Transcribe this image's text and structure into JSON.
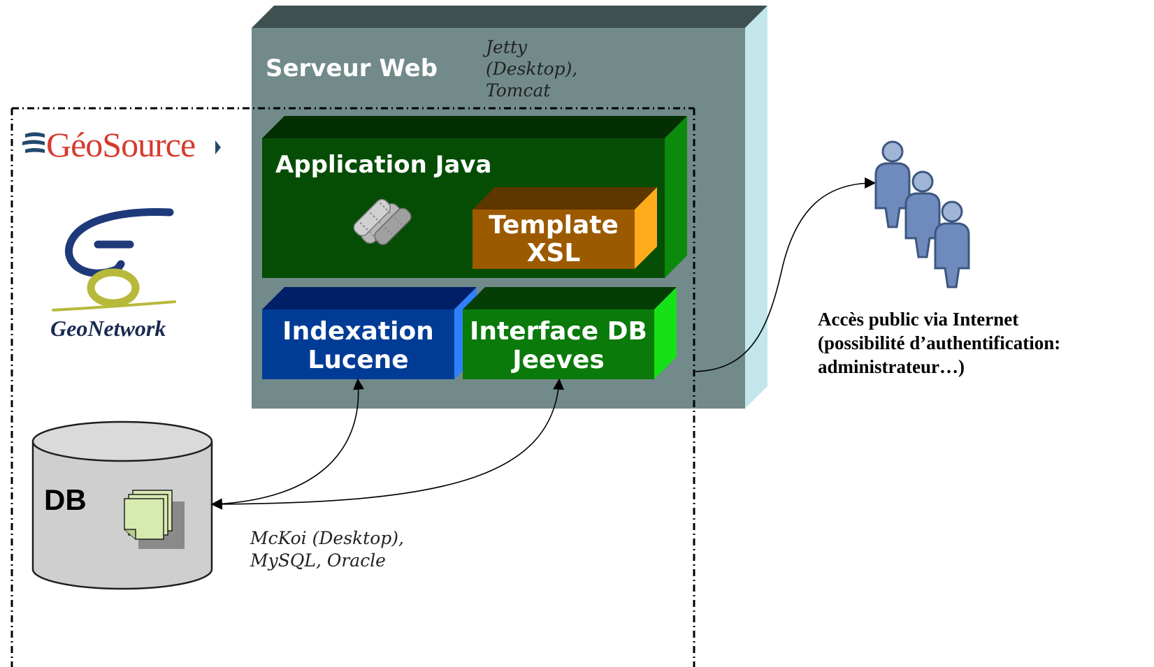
{
  "web_server": {
    "title": "Serveur Web",
    "note_lines": [
      "Jetty",
      "(Desktop),",
      "Tomcat"
    ]
  },
  "java_app": {
    "title": "Application Java",
    "template": [
      "Template",
      "XSL"
    ]
  },
  "indexation": [
    "Indexation",
    "Lucene"
  ],
  "interface_db": [
    "Interface DB",
    "Jeeves"
  ],
  "database": {
    "label": "DB",
    "note_lines": [
      "McKoi (Desktop),",
      "MySQL, Oracle"
    ]
  },
  "logos": {
    "geosource": "GéoSource",
    "geonetwork": "GeoNetwork"
  },
  "public_access": {
    "lines": [
      "Accès public via Internet",
      "(possibilité d’authentification:",
      "administrateur…)"
    ]
  },
  "colors": {
    "web_server": "#728a8a",
    "web_server_top": "#3f5050",
    "web_server_side": "#c2e6ea",
    "java_app": "#054d05",
    "template": "#9c5a00",
    "indexation": "#003c96",
    "interface_db": "#0a7a0a"
  }
}
